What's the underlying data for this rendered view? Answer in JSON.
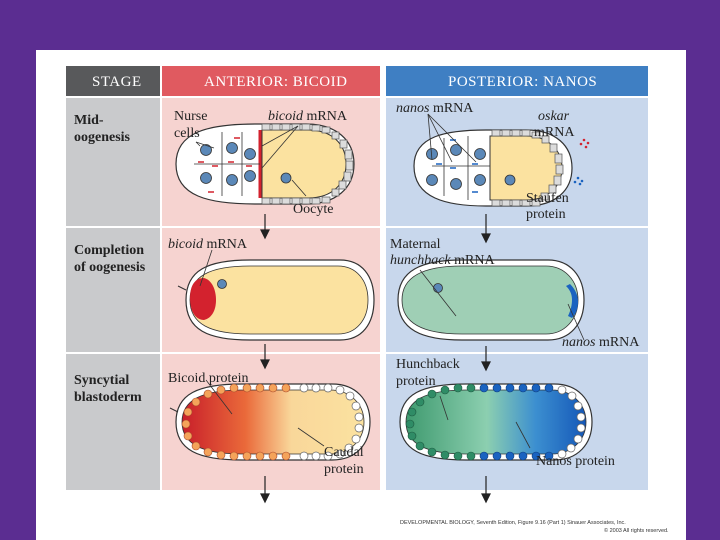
{
  "headers": {
    "stage": "STAGE",
    "anterior": "ANTERIOR: BICOID",
    "posterior": "POSTERIOR: NANOS"
  },
  "stages": {
    "mid_line1": "Mid-",
    "mid_line2": "oogenesis",
    "completion_line1": "Completion",
    "completion_line2": "of oogenesis",
    "syncytial_line1": "Syncytial",
    "syncytial_line2": "blastoderm"
  },
  "labels": {
    "nurse_cells_line1": "Nurse",
    "nurse_cells_line2": "cells",
    "bicoid_italic": "bicoid",
    "mrna": " mRNA",
    "oocyte": "Oocyte",
    "nanos_italic": "nanos",
    "oskar_italic": "oskar",
    "oskar_mrna": "mRNA",
    "staufen_line1": "Staufen",
    "staufen_line2": "protein",
    "maternal": "Maternal",
    "hunchback_italic": "hunchback",
    "nanos_mrna_italic": "nanos",
    "bicoid_protein": "Bicoid protein",
    "caudal_line1": "Caudal",
    "caudal_line2": "protein",
    "hunchback_line1": "Hunchback",
    "hunchback_line2": "protein",
    "nanos_protein": "Nanos protein"
  },
  "credit": {
    "line1": "DEVELOPMENTAL BIOLOGY, Seventh Edition, Figure 9.16 (Part 1)  Sinauer Associates, Inc.",
    "line2": "© 2003 All rights reserved."
  },
  "colors": {
    "background": "#5b2d91",
    "stage_header": "#58595b",
    "stage_cells": "#c9cacc",
    "anterior_header": "#e05a60",
    "anterior_cells": "#f6d3d0",
    "posterior_header": "#3f7fc3",
    "posterior_cells": "#c8d7ec",
    "oocyte_yellow": "#fbe2a0",
    "hunchback_green": "#9fcfb5",
    "bicoid_red": "#d3222e",
    "nanos_blue": "#1a63c0"
  }
}
